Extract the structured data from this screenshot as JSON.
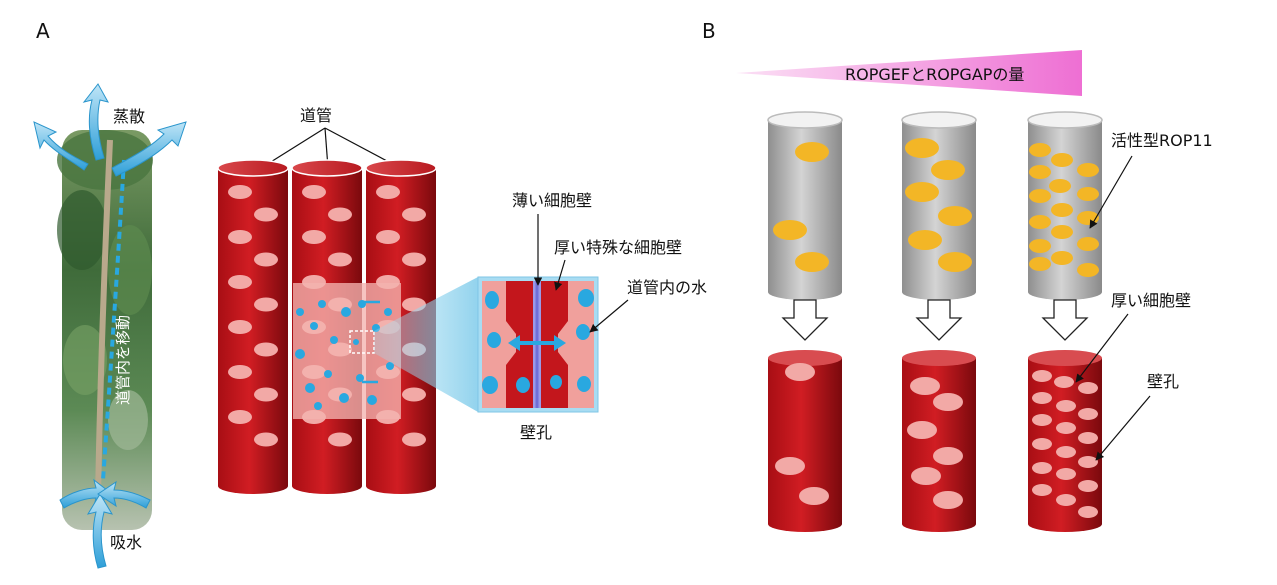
{
  "panel_a": {
    "letter": "A",
    "transpiration": "蒸散",
    "water_absorption": "吸水",
    "movement_in_vessel": "道管内を移動",
    "vessel": "道管",
    "thin_cell_wall": "薄い細胞壁",
    "thick_special_cell_wall": "厚い特殊な細胞壁",
    "water_in_vessel": "道管内の水",
    "pit": "壁孔"
  },
  "panel_b": {
    "letter": "B",
    "gradient_label": "ROPGEFとROPGAPの量",
    "active_rop11": "活性型ROP11",
    "thick_cell_wall": "厚い細胞壁",
    "pit": "壁孔"
  },
  "colors": {
    "vessel_red": "#c3161c",
    "vessel_dark": "#7e0a0e",
    "pit_pink": "#f2a9a6",
    "water_blue": "#29a8e0",
    "arrow_blue": "#4fb5e6",
    "rop_yellow": "#f3b626",
    "gradient_magenta": "#ee7fd8"
  }
}
